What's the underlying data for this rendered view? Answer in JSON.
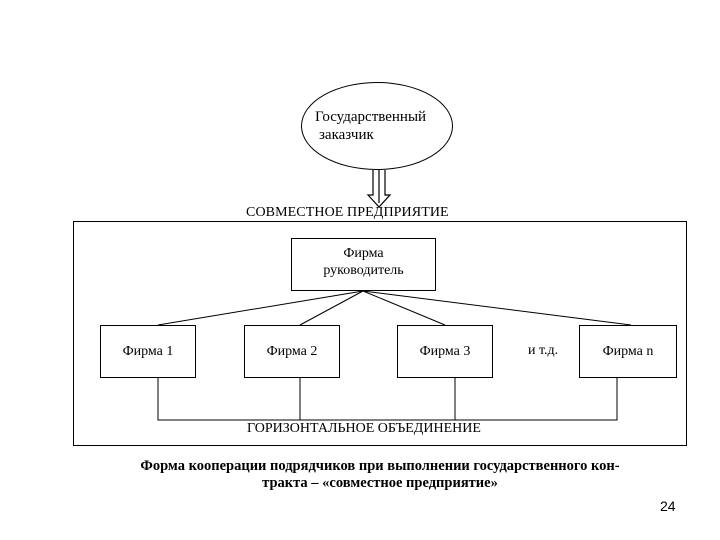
{
  "diagram": {
    "customer": {
      "line1": "Государственный",
      "line2": "заказчик"
    },
    "joint_venture_label": "СОВМЕСТНОЕ ПРЕДПРИЯТИЕ",
    "leader": {
      "line1": "Фирма",
      "line2": "руководитель"
    },
    "firms": [
      "Фирма 1",
      "Фирма 2",
      "Фирма 3",
      "Фирма n"
    ],
    "etc_label": "и т.д.",
    "horizontal_label": "ГОРИЗОНТАЛЬНОЕ ОБЪЕДИНЕНИЕ"
  },
  "caption": {
    "line1": "Форма кооперации подрядчиков при выполнении государственного кон-",
    "line2": "тракта – «совместное предприятие»"
  },
  "page_number": "24"
}
